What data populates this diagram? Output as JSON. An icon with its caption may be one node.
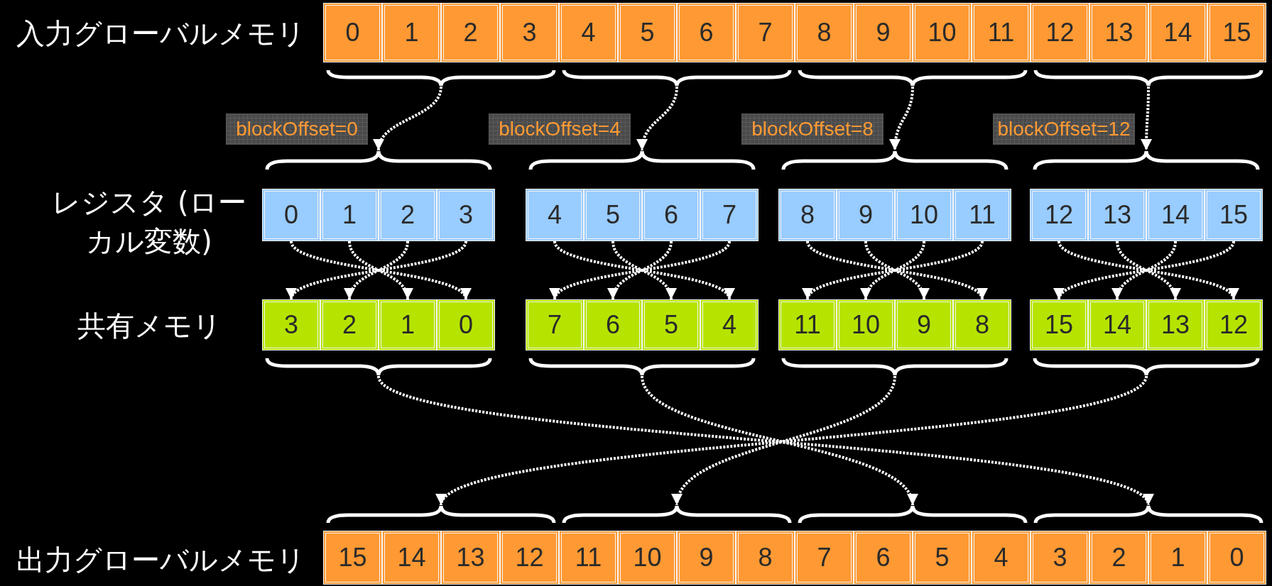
{
  "diagram": {
    "nodes": [
      {
        "text": [
          "0"
        ]
      },
      {
        "text": [
          "1"
        ]
      },
      {
        "text": [
          "2"
        ]
      },
      {
        "text": [
          "3"
        ]
      },
      {
        "text": [
          "4"
        ]
      },
      {
        "text": [
          "5"
        ]
      },
      {
        "text": [
          "6"
        ]
      },
      {
        "text": [
          "7"
        ]
      },
      {
        "text": [
          "8"
        ]
      },
      {
        "text": [
          "9"
        ]
      },
      {
        "text": [
          "10"
        ]
      },
      {
        "text": [
          "11"
        ]
      },
      {
        "text": [
          "12"
        ]
      },
      {
        "text": [
          "13"
        ]
      },
      {
        "text": [
          "14"
        ]
      },
      {
        "text": [
          "15"
        ]
      },
      {
        "text": [],
        "shape": "brace"
      },
      {
        "text": [],
        "shape": "brace"
      },
      {
        "text": [],
        "shape": "brace"
      },
      {
        "text": [],
        "shape": "brace"
      },
      {
        "text": [
          "blockOffset=0"
        ]
      },
      {
        "text": [
          "blockOffset=4"
        ]
      },
      {
        "text": [
          "blockOffset=8"
        ]
      },
      {
        "text": [
          "blockOffset=12"
        ]
      },
      {
        "text": [],
        "shape": "brace"
      },
      {
        "text": [],
        "shape": "brace"
      },
      {
        "text": [],
        "shape": "brace"
      },
      {
        "text": [],
        "shape": "brace"
      },
      {
        "text": [
          "0"
        ]
      },
      {
        "text": [
          "1"
        ]
      },
      {
        "text": [
          "2"
        ]
      },
      {
        "text": [
          "3"
        ]
      },
      {
        "text": [
          "4"
        ]
      },
      {
        "text": [
          "5"
        ]
      },
      {
        "text": [
          "6"
        ]
      },
      {
        "text": [
          "7"
        ]
      },
      {
        "text": [
          "8"
        ]
      },
      {
        "text": [
          "9"
        ]
      },
      {
        "text": [
          "10"
        ]
      },
      {
        "text": [
          "11"
        ]
      },
      {
        "text": [
          "12"
        ]
      },
      {
        "text": [
          "13"
        ]
      },
      {
        "text": [
          "14"
        ]
      },
      {
        "text": [
          "15"
        ]
      },
      {
        "text": [
          "3"
        ]
      },
      {
        "text": [
          "2"
        ]
      },
      {
        "text": [
          "1"
        ]
      },
      {
        "text": [
          "0"
        ]
      },
      {
        "text": [
          "7"
        ]
      },
      {
        "text": [
          "6"
        ]
      },
      {
        "text": [
          "5"
        ]
      },
      {
        "text": [
          "4"
        ]
      },
      {
        "text": [
          "11"
        ]
      },
      {
        "text": [
          "10"
        ]
      },
      {
        "text": [
          "9"
        ]
      },
      {
        "text": [
          "8"
        ]
      },
      {
        "text": [
          "15"
        ]
      },
      {
        "text": [
          "14"
        ]
      },
      {
        "text": [
          "13"
        ]
      },
      {
        "text": [
          "12"
        ]
      },
      {
        "text": [],
        "shape": "brace"
      },
      {
        "text": [],
        "shape": "brace"
      },
      {
        "text": [],
        "shape": "brace"
      },
      {
        "text": [],
        "shape": "brace"
      },
      {
        "text": [],
        "shape": "brace"
      },
      {
        "text": [],
        "shape": "brace"
      },
      {
        "text": [],
        "shape": "brace"
      },
      {
        "text": [],
        "shape": "brace"
      },
      {
        "text": [
          "15"
        ]
      },
      {
        "text": [
          "14"
        ]
      },
      {
        "text": [
          "13"
        ]
      },
      {
        "text": [
          "12"
        ]
      },
      {
        "text": [
          "11"
        ]
      },
      {
        "text": [
          "10"
        ]
      },
      {
        "text": [
          "9"
        ]
      },
      {
        "text": [
          "8"
        ]
      },
      {
        "text": [
          "7"
        ]
      },
      {
        "text": [
          "6"
        ]
      },
      {
        "text": [
          "5"
        ]
      },
      {
        "text": [
          "4"
        ]
      },
      {
        "text": [
          "3"
        ]
      },
      {
        "text": [
          "2"
        ]
      },
      {
        "text": [
          "1"
        ]
      },
      {
        "text": [
          "0"
        ]
      }
    ],
    "edges": [
      {
        "from": 16,
        "to": 24,
        "arrow": "to",
        "style": "dashed"
      },
      {
        "from": 17,
        "to": 25,
        "arrow": "to",
        "style": "dashed"
      },
      {
        "from": 18,
        "to": 26,
        "arrow": "to",
        "style": "dashed"
      },
      {
        "from": 19,
        "to": 27,
        "arrow": "to",
        "style": "dashed"
      },
      {
        "from": 28,
        "to": 47,
        "arrow": "to",
        "style": "dashed"
      },
      {
        "from": 29,
        "to": 46,
        "arrow": "to",
        "style": "dashed"
      },
      {
        "from": 30,
        "to": 45,
        "arrow": "to",
        "style": "dashed"
      },
      {
        "from": 31,
        "to": 44,
        "arrow": "to",
        "style": "dashed"
      },
      {
        "from": 32,
        "to": 51,
        "arrow": "to",
        "style": "dashed"
      },
      {
        "from": 33,
        "to": 50,
        "arrow": "to",
        "style": "dashed"
      },
      {
        "from": 34,
        "to": 49,
        "arrow": "to",
        "style": "dashed"
      },
      {
        "from": 35,
        "to": 48,
        "arrow": "to",
        "style": "dashed"
      },
      {
        "from": 36,
        "to": 55,
        "arrow": "to",
        "style": "dashed"
      },
      {
        "from": 37,
        "to": 54,
        "arrow": "to",
        "style": "dashed"
      },
      {
        "from": 38,
        "to": 53,
        "arrow": "to",
        "style": "dashed"
      },
      {
        "from": 39,
        "to": 52,
        "arrow": "to",
        "style": "dashed"
      },
      {
        "from": 40,
        "to": 59,
        "arrow": "to",
        "style": "dashed"
      },
      {
        "from": 41,
        "to": 58,
        "arrow": "to",
        "style": "dashed"
      },
      {
        "from": 42,
        "to": 57,
        "arrow": "to",
        "style": "dashed"
      },
      {
        "from": 43,
        "to": 56,
        "arrow": "to",
        "style": "dashed"
      },
      {
        "from": 60,
        "to": 67,
        "arrow": "to",
        "style": "dashed"
      },
      {
        "from": 61,
        "to": 66,
        "arrow": "to",
        "style": "dashed"
      },
      {
        "from": 62,
        "to": 65,
        "arrow": "to",
        "style": "dashed"
      },
      {
        "from": 63,
        "to": 64,
        "arrow": "to",
        "style": "dashed"
      }
    ],
    "labels": [
      "入力グローバルメモリ",
      "レジスタ (ローカル変数)",
      "共有メモリ",
      "出力グローバルメモリ"
    ]
  }
}
